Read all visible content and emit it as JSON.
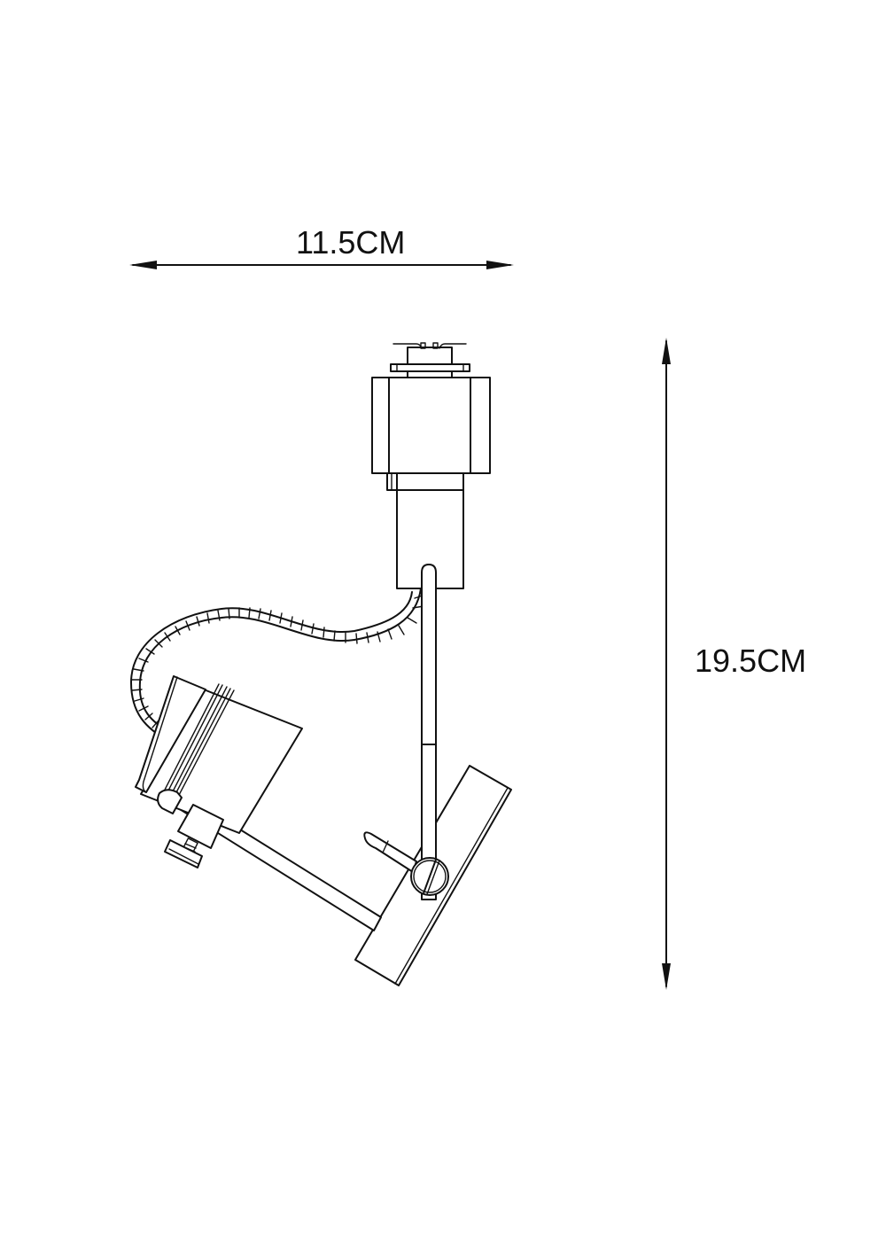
{
  "drawing": {
    "subject": "track spotlight with flexible coiled cable",
    "line_color": "#111111",
    "background": "#ffffff"
  },
  "dimensions": {
    "width": {
      "label": "11.5CM",
      "value": 11.5,
      "unit": "CM",
      "orientation": "horizontal"
    },
    "height": {
      "label": "19.5CM",
      "value": 19.5,
      "unit": "CM",
      "orientation": "vertical"
    }
  },
  "parts": [
    {
      "name": "track-adapter",
      "label": ""
    },
    {
      "name": "adapter-neck",
      "label": ""
    },
    {
      "name": "stem-rod",
      "label": ""
    },
    {
      "name": "coiled-cable",
      "label": ""
    },
    {
      "name": "spot-head",
      "label": ""
    },
    {
      "name": "mounting-bar",
      "label": ""
    },
    {
      "name": "pivot-joint",
      "label": ""
    },
    {
      "name": "adjustment-knob",
      "label": ""
    }
  ]
}
